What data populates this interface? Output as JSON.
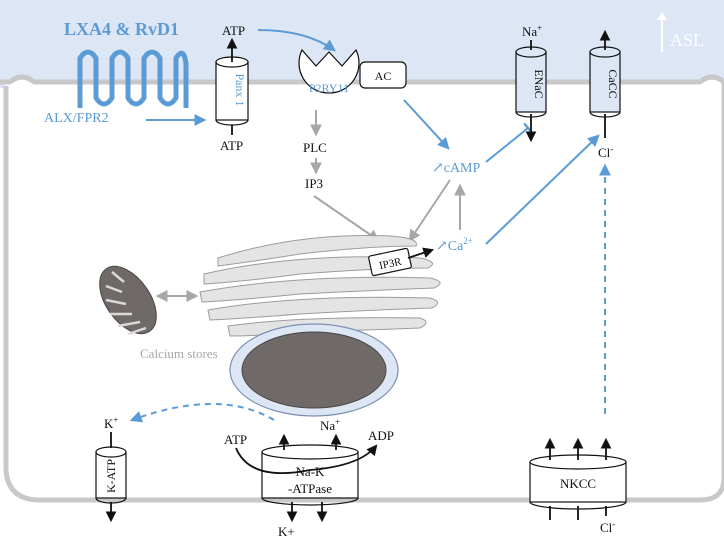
{
  "colors": {
    "accent": "#5b9bd5",
    "asl": "#dde6f5",
    "membrane": "#c8c8c8",
    "organelle": "#e4e4e4",
    "nucleus": "#6f6a67",
    "text": "#111111",
    "gray_arrow": "#a7a7a7"
  },
  "labels": {
    "asl": "ASL",
    "lxa4_rvd1": "LXA4 & RvD1",
    "alx_fpr2": "ALX/FPR2",
    "atp_top": "ATP",
    "atp_panx_bottom": "ATP",
    "panx1": "Panx 1",
    "p2ry11": "P2RY11",
    "ac": "AC",
    "plc": "PLC",
    "ip3": "IP3",
    "camp": "↗cAMP",
    "ca2": "↗Ca",
    "ca2_sup": "2+",
    "ip3r": "IP3R",
    "na_enac": "Na",
    "na_enac_sup": "+",
    "enac": "ENaC",
    "cacc": "CaCC",
    "cl_cacc": "Cl",
    "cl_cacc_sup": "-",
    "calcium_stores": "Calcium stores",
    "k_katp": "K",
    "k_katp_sup": "+",
    "katp": "K-ATP",
    "atp_pump": "ATP",
    "na_pump": "Na",
    "na_pump_sup": "+",
    "adp": "ADP",
    "nak_line1": "Na-K",
    "nak_line2": "-ATPase",
    "k_pump_bottom": "K+",
    "nkcc": "NKCC",
    "cl_nkcc": "Cl",
    "cl_nkcc_sup": "-"
  }
}
